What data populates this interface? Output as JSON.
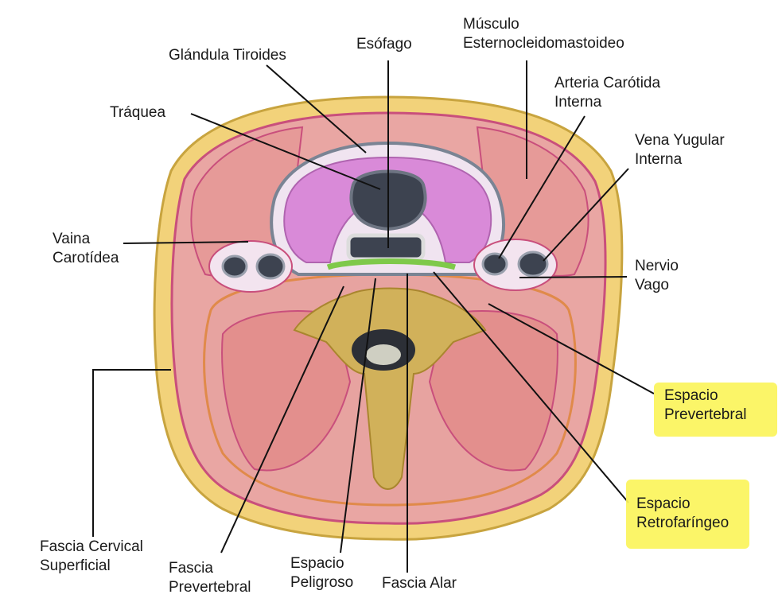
{
  "labels": {
    "glandula_tiroides": "Glándula Tiroides",
    "esofago": "Esófago",
    "musculo_scm_1": "Músculo",
    "musculo_scm_2": "Esternocleidomastoideo",
    "traquea": "Tráquea",
    "arteria_carotida_1": "Arteria Carótida",
    "arteria_carotida_2": "Interna",
    "vena_yugular_1": "Vena Yugular",
    "vena_yugular_2": "Interna",
    "vaina_carotidea_1": "Vaina",
    "vaina_carotidea_2": "Carotídea",
    "nervio_vago_1": "Nervio",
    "nervio_vago_2": "Vago",
    "espacio_prevertebral_1": "Espacio",
    "espacio_prevertebral_2": "Prevertebral",
    "espacio_retrofaringeo_1": "Espacio",
    "espacio_retrofaringeo_2": "Retrofaríngeo",
    "fascia_cervical_1": "Fascia Cervical",
    "fascia_cervical_2": "Superficial",
    "fascia_prevertebral_1": "Fascia",
    "fascia_prevertebral_2": "Prevertebral",
    "espacio_peligroso_1": "Espacio",
    "espacio_peligroso_2": "Peligroso",
    "fascia_alar": "Fascia Alar"
  },
  "colors": {
    "highlight": "#fbf45b",
    "skin": "#f2d27a",
    "muscle": "#e9a6a3",
    "fascia_line": "#c94f7c",
    "thyroid": "#d98ad8",
    "airway": "#3d4350",
    "alar_fascia": "#7fc94a",
    "bone": "#d1b15a"
  }
}
